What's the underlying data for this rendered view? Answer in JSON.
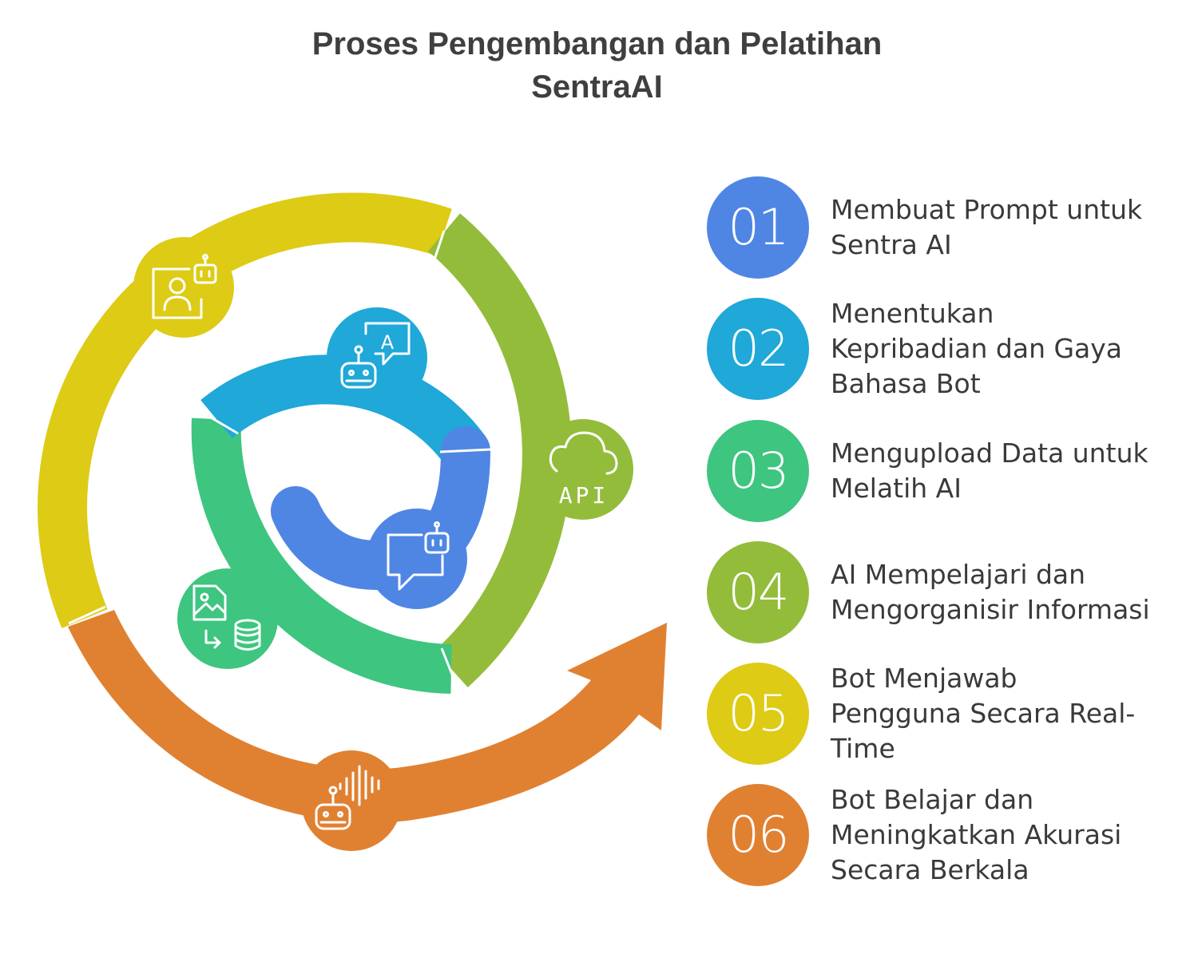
{
  "title": {
    "line1": "Proses Pengembangan dan Pelatihan",
    "line2": "SentraAI"
  },
  "colors": {
    "blue": "#4f86e4",
    "cyan": "#1fa8d8",
    "green": "#3ec580",
    "olive": "#93bc3b",
    "yellow": "#ddcb16",
    "orange": "#e08132"
  },
  "api_icon_label": "API",
  "ai_icon_letter": "A",
  "steps": [
    {
      "number": "01",
      "label": "Membuat Prompt untuk Sentra AI",
      "color": "#4f86e4",
      "icon": "user-bot-icon"
    },
    {
      "number": "02",
      "label": "Menentukan Kepribadian dan Gaya Bahasa Bot",
      "color": "#1fa8d8",
      "icon": "bot-chat-icon"
    },
    {
      "number": "03",
      "label": "Mengupload Data untuk Melatih AI",
      "color": "#3ec580",
      "icon": "image-database-icon"
    },
    {
      "number": "04",
      "label": "AI Mempelajari dan Mengorganisir Informasi",
      "color": "#93bc3b",
      "icon": "cloud-api-icon"
    },
    {
      "number": "05",
      "label": "Bot Menjawab Pengguna Secara Real-Time",
      "color": "#ddcb16",
      "icon": "bot-message-icon"
    },
    {
      "number": "06",
      "label": "Bot Belajar dan Meningkatkan Akurasi Secara Berkala",
      "color": "#e08132",
      "icon": "bot-voice-icon"
    }
  ]
}
